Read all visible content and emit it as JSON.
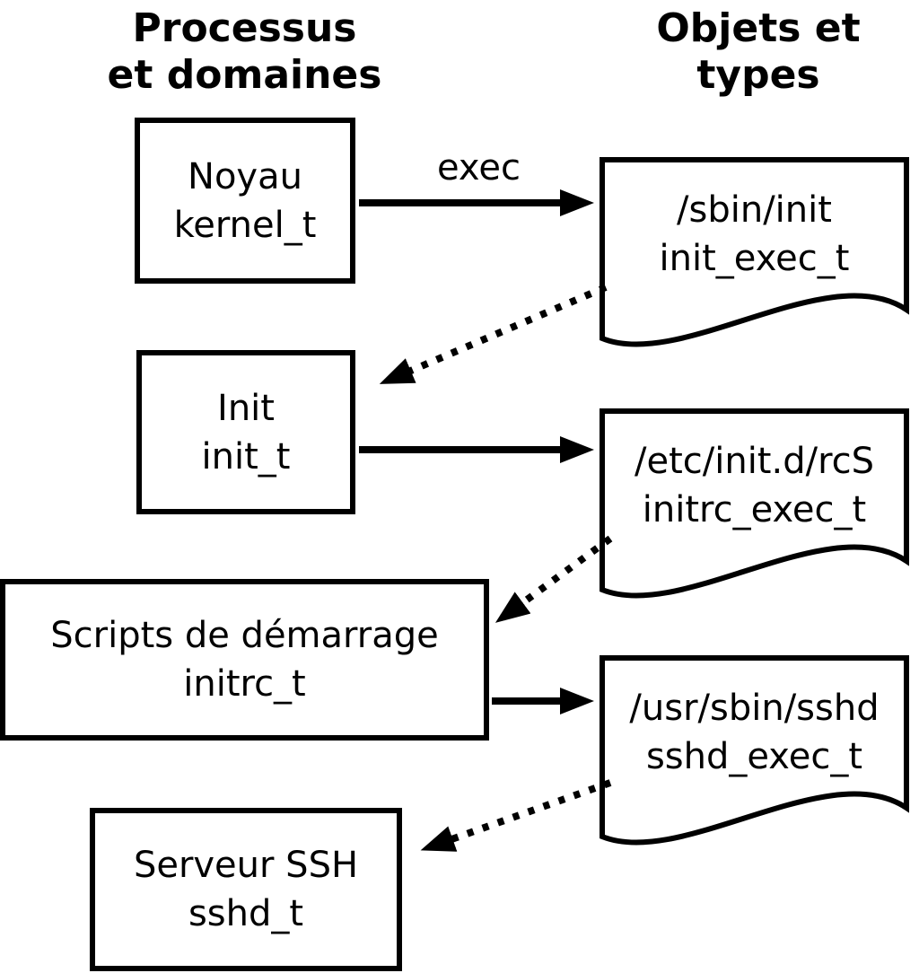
{
  "headers": {
    "left": {
      "line1": "Processus",
      "line2": "et domaines"
    },
    "right": {
      "line1": "Objets et",
      "line2": "types"
    }
  },
  "processes": [
    {
      "name": "Noyau",
      "domain": "kernel_t"
    },
    {
      "name": "Init",
      "domain": "init_t"
    },
    {
      "name": "Scripts de démarrage",
      "domain": "initrc_t"
    },
    {
      "name": "Serveur SSH",
      "domain": "sshd_t"
    }
  ],
  "objects": [
    {
      "path": "/sbin/init",
      "type": "init_exec_t"
    },
    {
      "path": "/etc/init.d/rcS",
      "type": "initrc_exec_t"
    },
    {
      "path": "/usr/sbin/sshd",
      "type": "sshd_exec_t"
    }
  ],
  "labels": {
    "exec_arrow": "exec"
  },
  "colors": {
    "stroke": "#000000",
    "fill": "#ffffff",
    "background": "#ffffff"
  }
}
